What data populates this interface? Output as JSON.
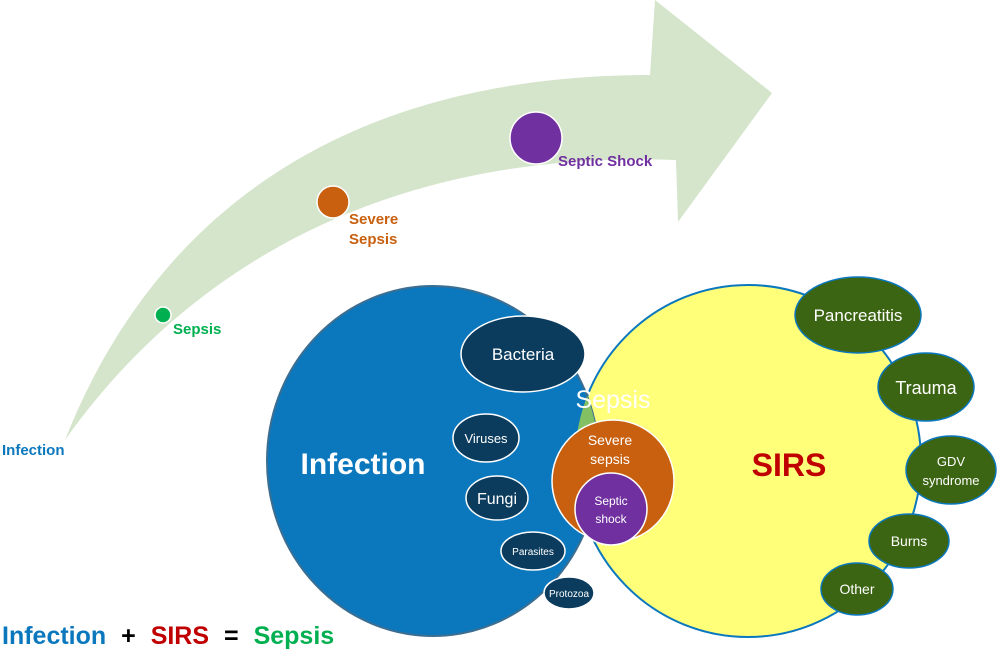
{
  "progression": {
    "infection": "Infection",
    "sepsis": "Sepsis",
    "severe_sepsis_line1": "Severe",
    "severe_sepsis_line2": "Sepsis",
    "septic_shock": "Septic Shock"
  },
  "venn": {
    "infection": "Infection",
    "sirs": "SIRS",
    "sepsis": "Sepsis",
    "severe_sepsis_line1": "Severe",
    "severe_sepsis_line2": "sepsis",
    "septic_shock_line1": "Septic",
    "septic_shock_line2": "shock"
  },
  "infection_causes": [
    "Bacteria",
    "Viruses",
    "Fungi",
    "Parasites",
    "Protozoa"
  ],
  "sirs_causes": {
    "pancreatitis": "Pancreatitis",
    "trauma": "Trauma",
    "gdv_line1": "GDV",
    "gdv_line2": "syndrome",
    "burns": "Burns",
    "other": "Other"
  },
  "equation": {
    "infection": "Infection",
    "plus": "+",
    "sirs": "SIRS",
    "equals": "=",
    "sepsis": "Sepsis"
  },
  "colors": {
    "infection_blue": "#0B78BE",
    "sirs_yellow": "#FFFF7A",
    "sepsis_green": "#82C063",
    "severe_orange": "#C8600F",
    "shock_purple": "#7030A0",
    "cause_navy": "#0B3C5D",
    "sirs_cause_green": "#3B6512",
    "arrow_green": "#D5E5CC",
    "sirs_red": "#C00000",
    "label_green": "#00B050"
  }
}
